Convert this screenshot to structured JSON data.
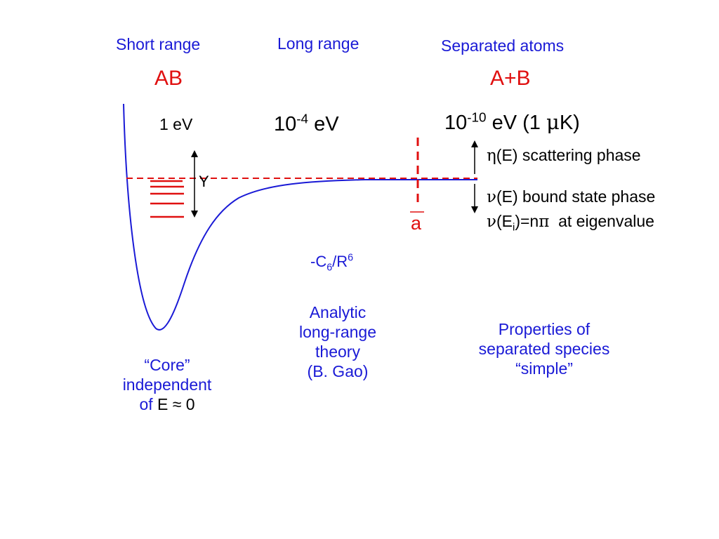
{
  "headers": {
    "short_range": "Short range",
    "long_range": "Long range",
    "separated_atoms": "Separated atoms"
  },
  "labels": {
    "ab": "AB",
    "a_plus_b": "A+B",
    "one_ev": "1 eV",
    "ten_neg4_base": "10",
    "ten_neg4_exp": "-4",
    "ten_neg4_unit": " eV",
    "ten_neg10_base": "10",
    "ten_neg10_exp": "-10",
    "ten_neg10_unit": " eV (1 ",
    "mu": "μ",
    "kelvin": "K)",
    "y_label": "Y",
    "a_bar": "a"
  },
  "phases": {
    "eta": "η",
    "eta_text": "(E) scattering phase",
    "nu_bound": "ν",
    "nu_bound_text": "(E) bound state phase",
    "nu_eigen": "ν",
    "nu_eigen_open": "(E",
    "nu_eigen_sub": "i",
    "nu_eigen_mid": ")=n",
    "pi": "π",
    "nu_eigen_tail": "  at eigenvalue"
  },
  "long_range_notes": {
    "c6_minus": "-C",
    "c6_sub": "6",
    "c6_slash": "/R",
    "c6_sup": "6",
    "analytic": "Analytic",
    "long_range": "long-range",
    "theory": "theory",
    "author": "(B. Gao)"
  },
  "core_notes": {
    "line1": "“Core”",
    "line2": "independent",
    "line3_prefix": "of ",
    "line3_value": "E ≈ 0"
  },
  "separated_notes": {
    "line1": "Properties of",
    "line2": "separated species",
    "line3": "“simple”"
  },
  "colors": {
    "curve": "#1a1ad6",
    "levels": "#e01010",
    "threshold": "#e01010",
    "arrows": "#000000"
  }
}
